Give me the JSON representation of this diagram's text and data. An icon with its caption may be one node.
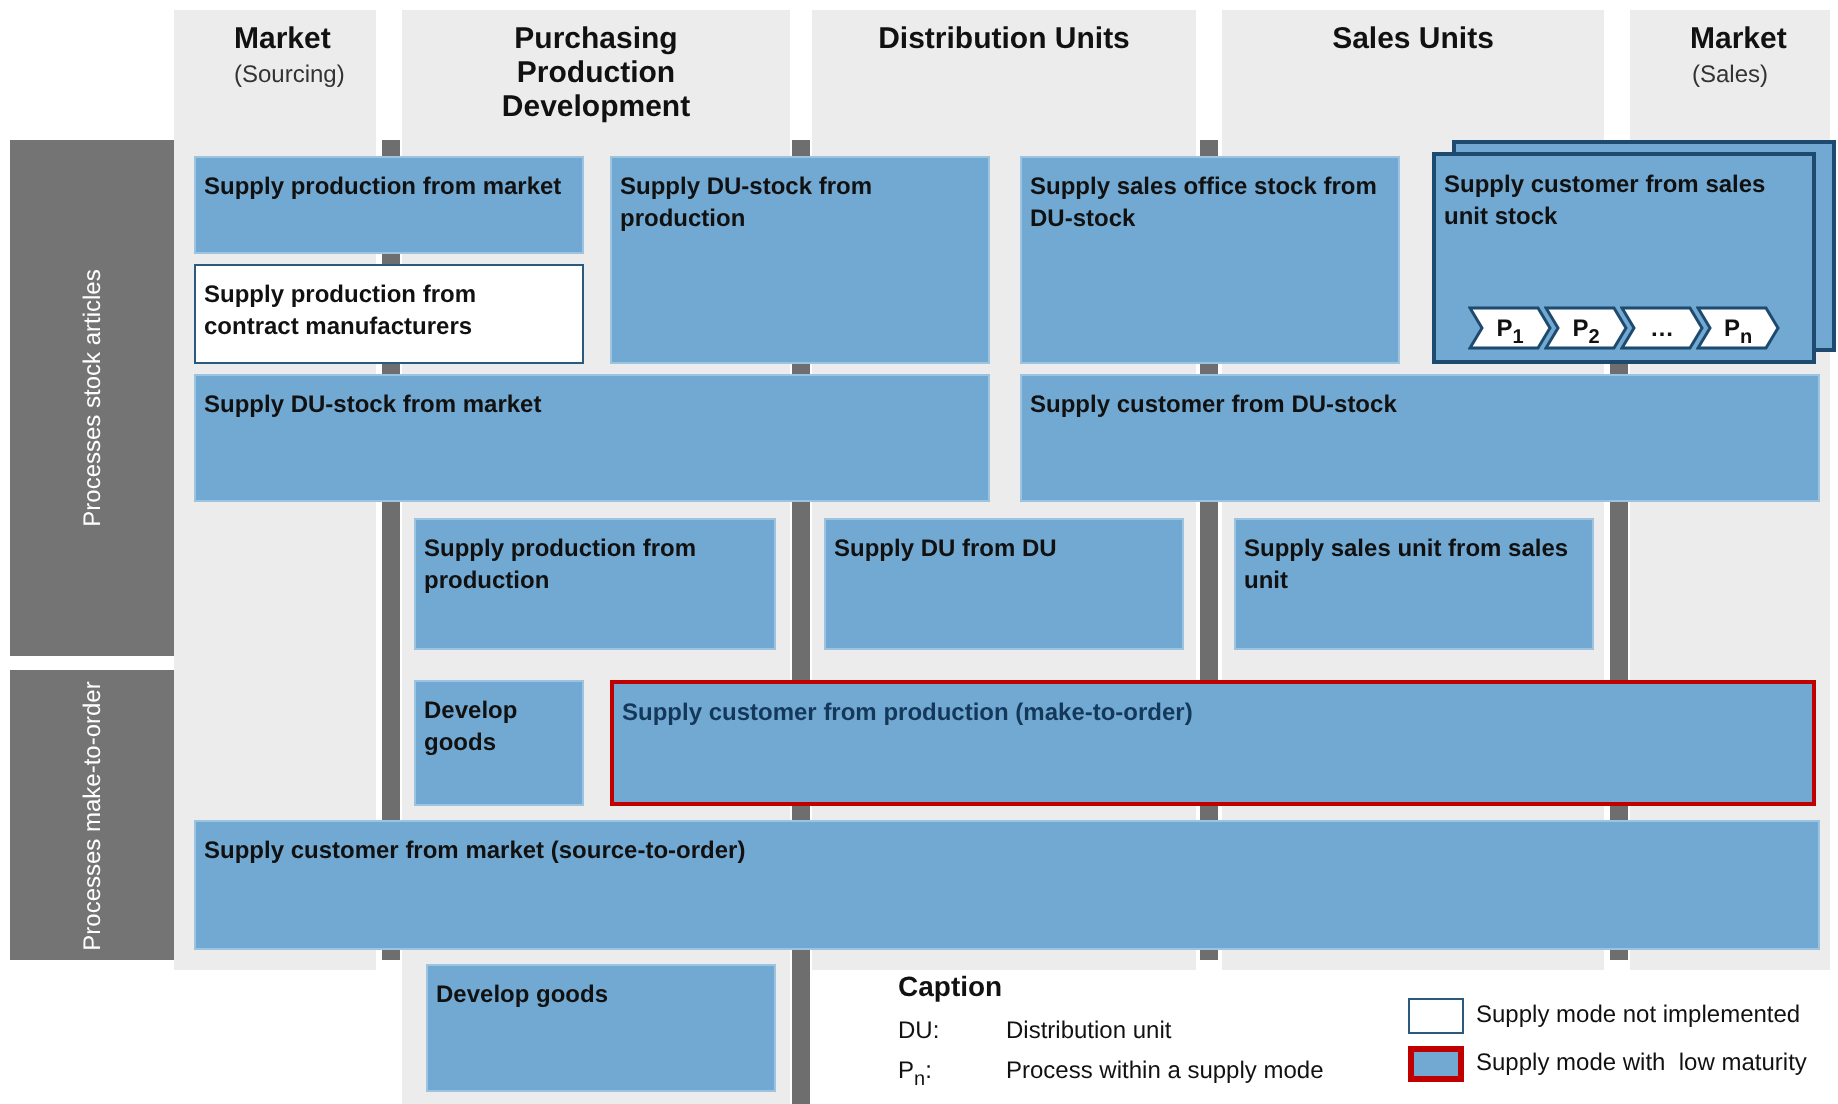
{
  "diagram": {
    "nodes": [
      {
        "text": [
          "Market",
          "(Sourcing)"
        ]
      },
      {
        "text": [
          "Purchasing Production Development"
        ]
      },
      {
        "text": [
          "Distribution Units"
        ]
      },
      {
        "text": [
          "Sales Units"
        ]
      },
      {
        "text": [
          "Market",
          "(Sales)"
        ]
      },
      {
        "text": [
          "Processes stock articles"
        ]
      },
      {
        "text": [
          "Processes make-to-order"
        ]
      },
      {
        "text": [
          "Supply production from market"
        ]
      },
      {
        "text": [
          "Supply DU-stock from production"
        ]
      },
      {
        "text": [
          "Supply sales office stock from DU-stock"
        ]
      },
      {
        "text": [
          "Supply customer from sales unit stock"
        ]
      },
      {
        "text": [
          "P$_{1}$"
        ],
        "in": 10
      },
      {
        "text": [
          "P$_{2}$"
        ],
        "in": 10
      },
      {
        "text": [
          "…"
        ],
        "in": 10
      },
      {
        "text": [
          "P$_{n}$"
        ],
        "in": 10
      },
      {
        "text": [
          "Supply production from contract manufacturers"
        ]
      },
      {
        "text": [
          "Supply DU-stock from market"
        ]
      },
      {
        "text": [
          "Supply customer from DU-stock"
        ]
      },
      {
        "text": [
          "Supply production from production"
        ]
      },
      {
        "text": [
          "Supply DU from DU"
        ]
      },
      {
        "text": [
          "Supply sales unit from sales unit"
        ]
      },
      {
        "text": [
          "Develop goods"
        ]
      },
      {
        "text": [
          "Supply customer from production (make-to-order)"
        ]
      },
      {
        "text": [
          "Supply customer from market (source-to-order)"
        ]
      },
      {
        "text": [
          "Develop goods"
        ]
      }
    ],
    "edges": [],
    "labels": [
      "Caption",
      "DU:",
      "Distribution unit",
      "P$_{n}$:",
      "Process within a supply mode"
    ],
    "legend": [
      {
        "text": "Supply mode not implemented",
        "color": "#ffffff"
      },
      {
        "text": "Supply mode with  low maturity",
        "color": "#72a9d2"
      }
    ]
  }
}
